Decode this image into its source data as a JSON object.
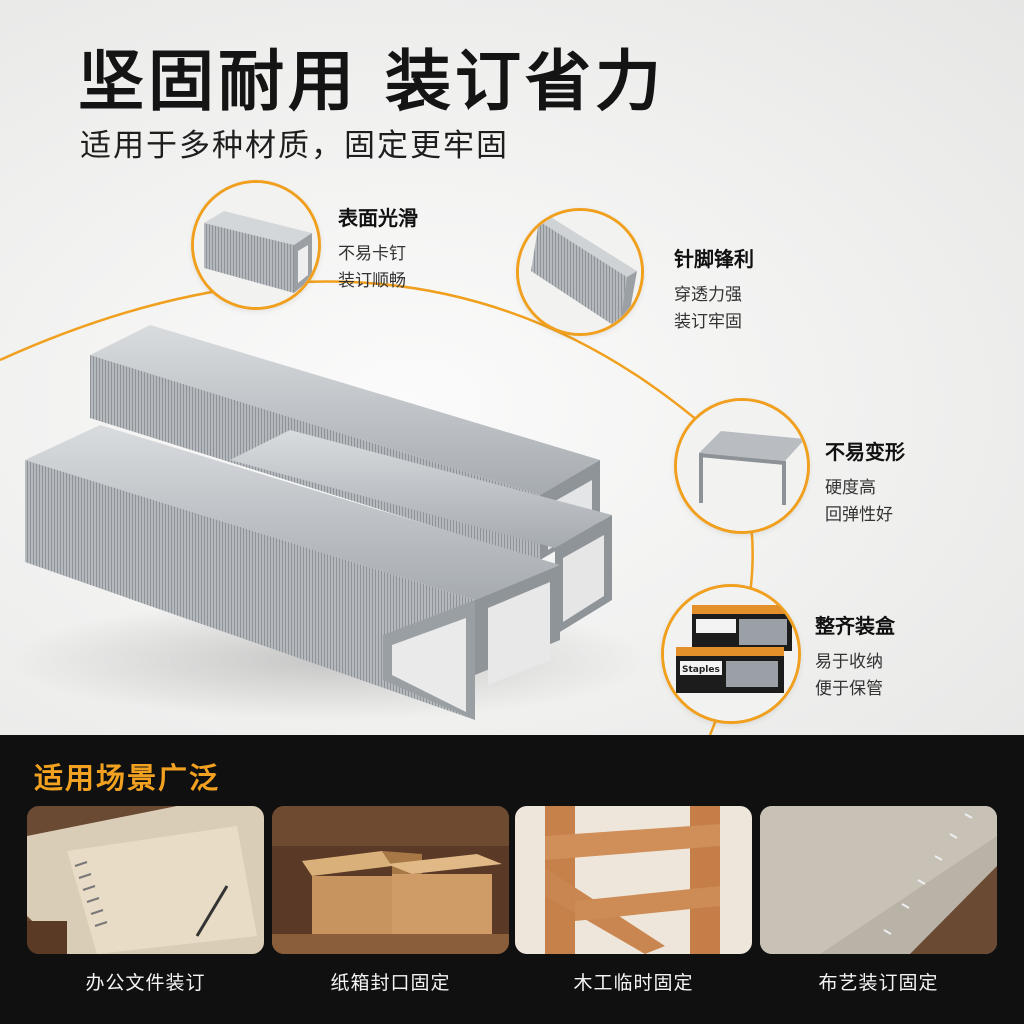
{
  "header": {
    "title": "坚固耐用 装订省力",
    "subtitle": "适用于多种材质，固定更牢固"
  },
  "features": [
    {
      "title": "表面光滑",
      "lines": [
        "不易卡钉",
        "装订顺畅"
      ],
      "icon": "staple-strip-icon"
    },
    {
      "title": "针脚锋利",
      "lines": [
        "穿透力强",
        "装订牢固"
      ],
      "icon": "staple-legs-icon"
    },
    {
      "title": "不易变形",
      "lines": [
        "硬度高",
        "回弹性好"
      ],
      "icon": "single-staple-icon"
    },
    {
      "title": "整齐装盒",
      "lines": [
        "易于收纳",
        "便于保管"
      ],
      "icon": "staple-box-icon"
    }
  ],
  "box_label": "Staples",
  "scenarios": {
    "title": "适用场景广泛",
    "items": [
      {
        "label": "办公文件装订",
        "image": "notebook-documents"
      },
      {
        "label": "纸箱封口固定",
        "image": "cardboard-boxes"
      },
      {
        "label": "木工临时固定",
        "image": "wood-frame"
      },
      {
        "label": "布艺装订固定",
        "image": "fabric-staples"
      }
    ]
  },
  "colors": {
    "accent": "#f0a01e",
    "dark": "#101010",
    "staple": "#a9adb1"
  }
}
